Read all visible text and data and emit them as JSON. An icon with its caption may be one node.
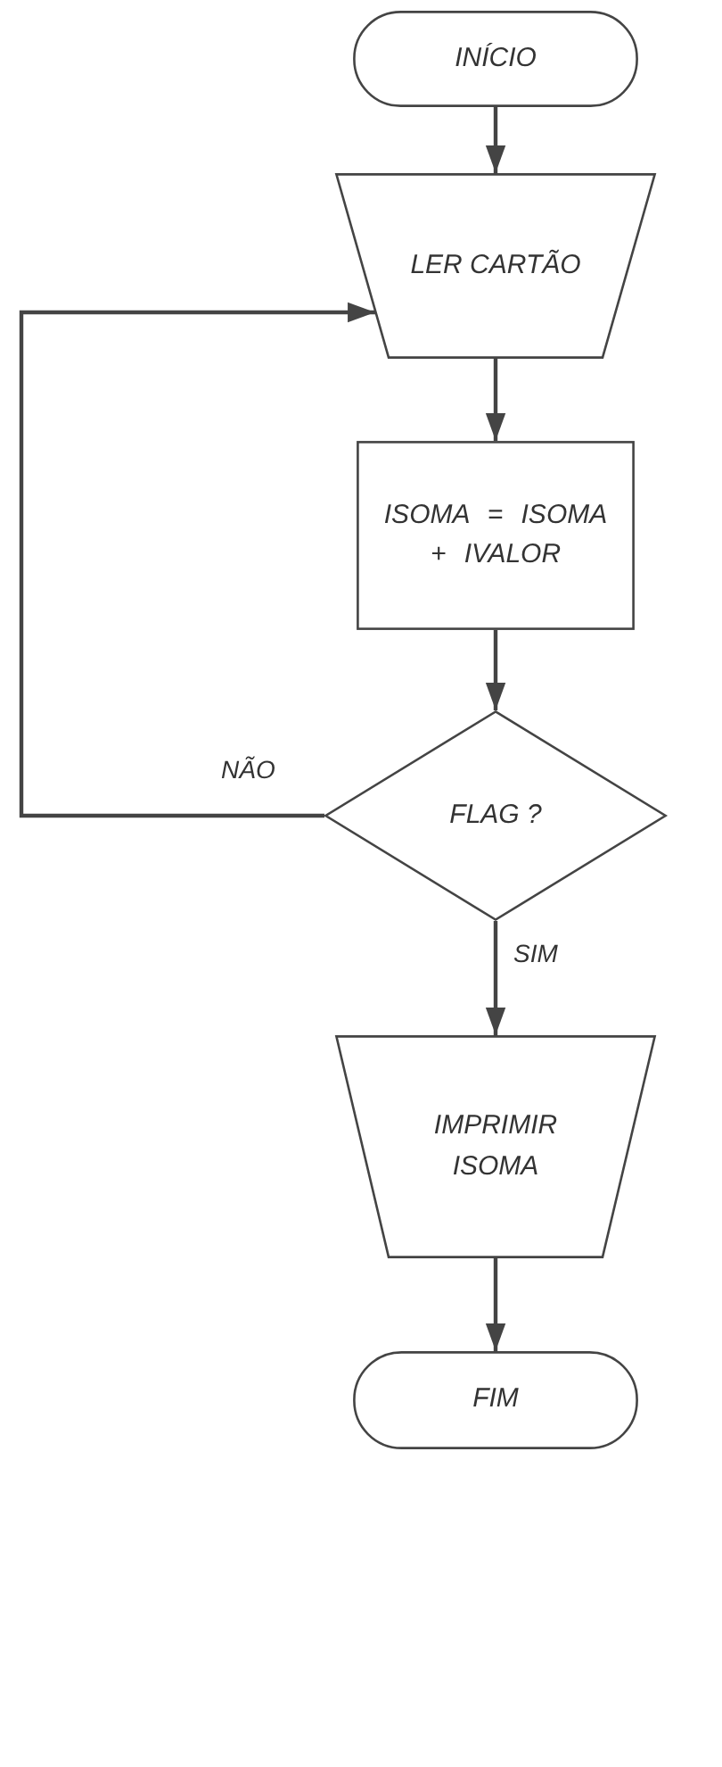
{
  "diagram": {
    "nodes": [
      {
        "text": [
          "INÍCIO"
        ]
      },
      {
        "text": [
          "LER CARTÃO"
        ]
      },
      {
        "text": [
          "ISOMA = ISOMA + IVALOR"
        ]
      },
      {
        "text": [
          "FLAG ?"
        ]
      },
      {
        "text": [
          "IMPRIMIR ISOMA"
        ]
      },
      {
        "text": [
          "FIM"
        ]
      }
    ],
    "edges": [
      {
        "from": 0,
        "to": 1,
        "arrow": "to"
      },
      {
        "from": 1,
        "to": 2,
        "arrow": "to"
      },
      {
        "from": 2,
        "to": 3,
        "arrow": "to"
      },
      {
        "from": 3,
        "to": 1,
        "arrow": "to",
        "label": "NÃO"
      },
      {
        "from": 3,
        "to": 4,
        "arrow": "to",
        "label": "SIM"
      },
      {
        "from": 4,
        "to": 5,
        "arrow": "to"
      }
    ]
  }
}
